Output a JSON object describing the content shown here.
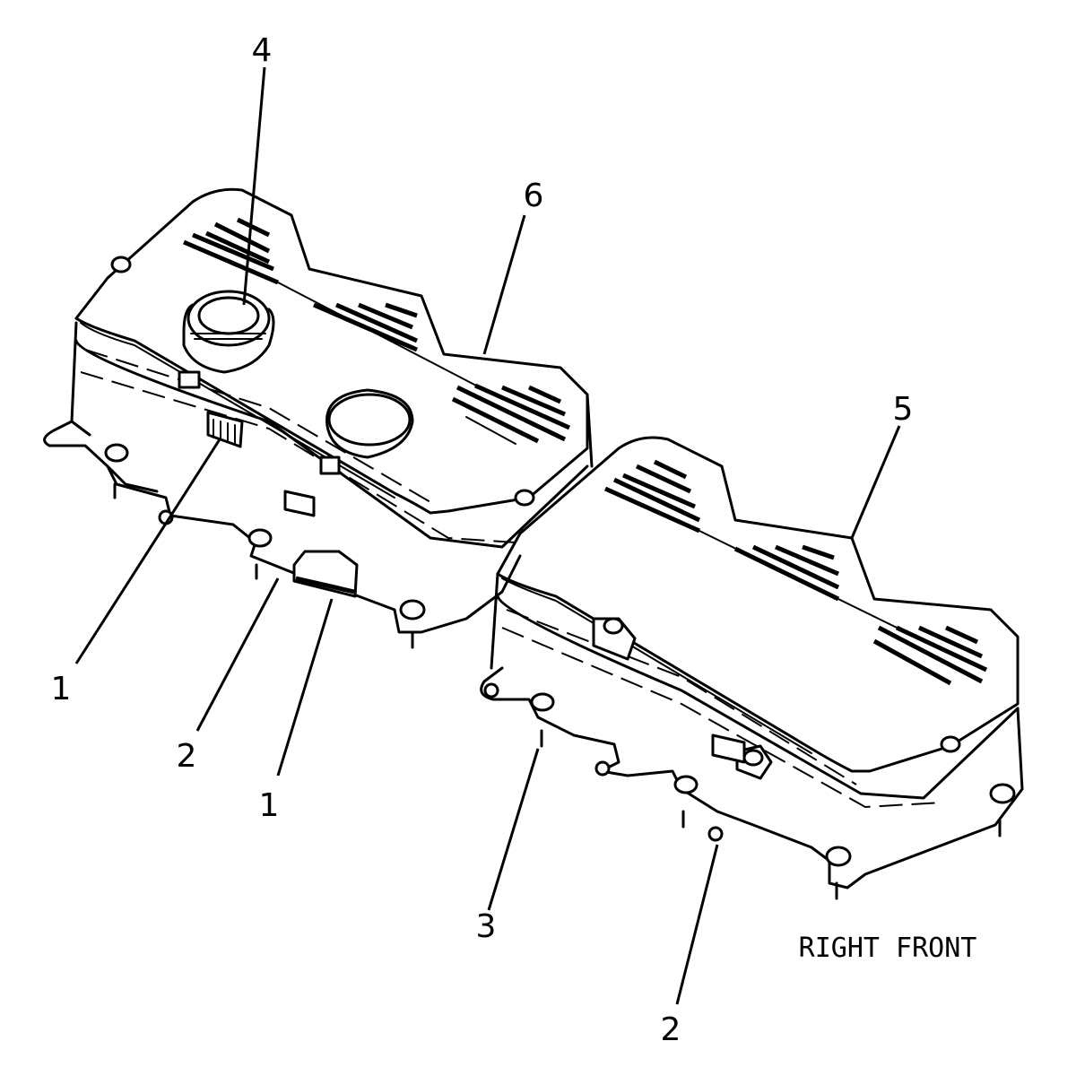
{
  "callouts": {
    "c4": "4",
    "c6": "6",
    "c5": "5",
    "c1_upper": "1",
    "c2_upper": "2",
    "c1_lower": "1",
    "c3": "3",
    "c2_lower": "2"
  },
  "caption": "RIGHT FRONT"
}
